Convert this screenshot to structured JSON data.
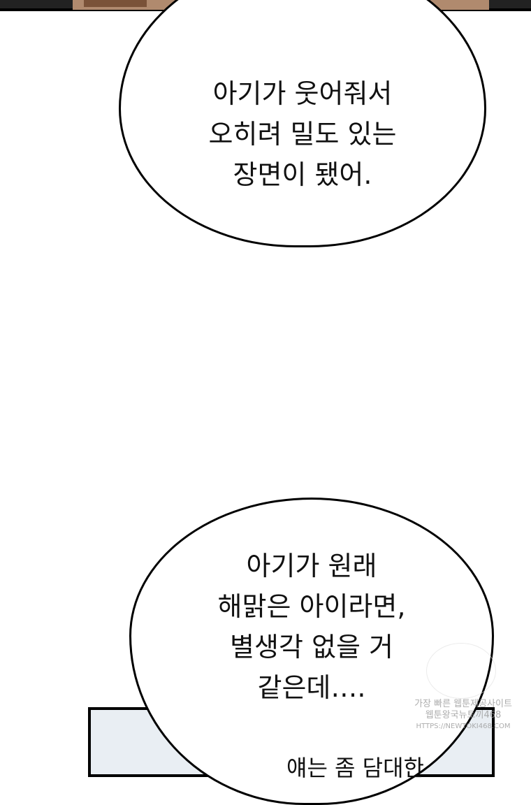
{
  "bubble1": {
    "lines": [
      "아기가 웃어줘서",
      "오히려 밀도 있는",
      "장면이 됐어."
    ]
  },
  "bubble2": {
    "lines": [
      "아기가 원래",
      "해맑은 아이라면,",
      "별생각 없을 거",
      "같은데…."
    ]
  },
  "bottom_caption": "얘는 좀 담대한",
  "watermark": {
    "lines": [
      "가장 빠른 웹툰제공사이트",
      "웹툰왕국뉴토끼468",
      "HTTPS://NEWTOKI468.COM"
    ]
  }
}
